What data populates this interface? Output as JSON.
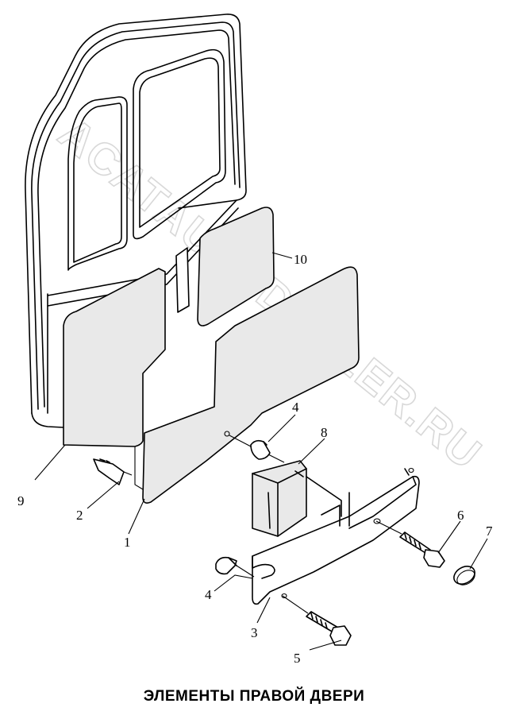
{
  "caption": "ЭЛЕМЕНТЫ ПРАВОЙ ДВЕРИ",
  "watermark": "ACATAUTODEALER.RU",
  "callouts": {
    "p1": "1",
    "p2": "2",
    "p3": "3",
    "p4a": "4",
    "p4b": "4",
    "p5": "5",
    "p6": "6",
    "p7": "7",
    "p8": "8",
    "p9": "9",
    "p10": "10"
  }
}
